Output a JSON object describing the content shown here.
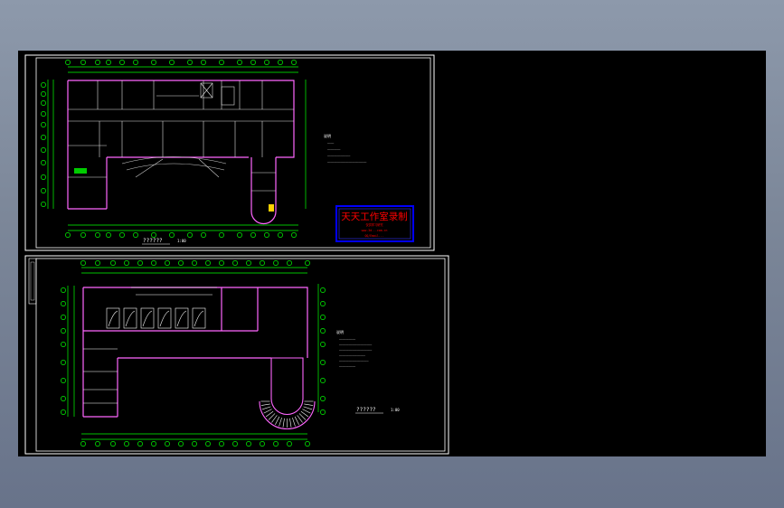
{
  "stamp": {
    "title": "天天工作室录制",
    "line1": "仅供学习研究",
    "line2": "www.3d...com.cn",
    "line3": "QQ/Email..."
  },
  "sheet1": {
    "title": "??????",
    "scale": "1:00",
    "notes_header": "说明",
    "notes": [
      "————",
      "————————",
      "——————————————",
      "————————————————————————"
    ]
  },
  "sheet2": {
    "title": "??????",
    "scale": "1:00",
    "notes_header": "说明",
    "notes": [
      "——————————",
      "————————————————————",
      "————————————————————",
      "————————————————",
      "——————————————————",
      "——————————"
    ]
  },
  "colors": {
    "background": "#000000",
    "frame": "#ffffff",
    "walls": "#ff66ff",
    "dims": "#00ff00",
    "text": "#ffffff",
    "stamp_text": "#ff0000",
    "stamp_border": "#0000ff"
  }
}
